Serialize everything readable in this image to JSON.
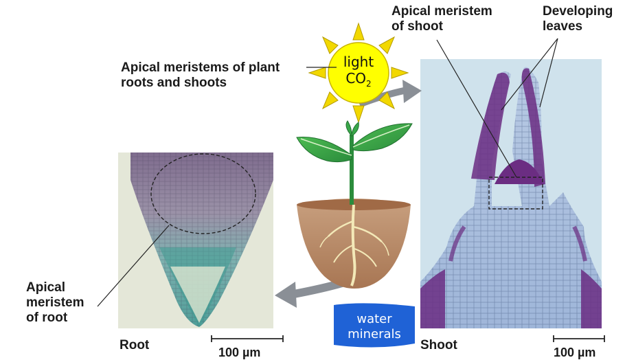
{
  "labels": {
    "apical_plant": [
      "Apical meristems of plant",
      "roots and shoots"
    ],
    "apical_shoot": [
      "Apical meristem",
      "of shoot"
    ],
    "developing_leaves": [
      "Developing",
      "leaves"
    ],
    "apical_root": [
      "Apical",
      "meristem",
      "of root"
    ],
    "root": "Root",
    "shoot": "Shoot",
    "scale_left": "100 µm",
    "scale_right": "100 µm"
  },
  "sun": {
    "line1": "light",
    "line2": "CO",
    "sub": "2"
  },
  "water_box": {
    "line1": "water",
    "line2": "minerals"
  },
  "colors": {
    "sun_fill": "#ffff00",
    "sun_ray": "#f2d800",
    "leaf_green": "#3aa84a",
    "soil": "#b98a6a",
    "root_white": "#f3e9b8",
    "arrow_gray": "#8a8f96",
    "water_blue": "#1f62d6",
    "shoot_purple": "#6b2d82",
    "root_bg": "#e3e6d6"
  }
}
